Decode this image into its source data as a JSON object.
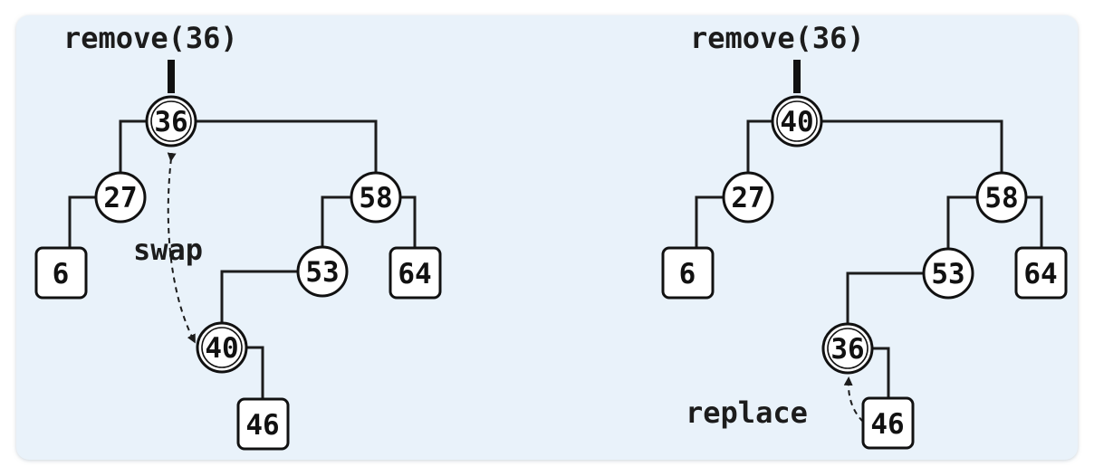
{
  "colors": {
    "page_background": "#ffffff",
    "panel_background": "#e9f2fa",
    "ink": "#111111"
  },
  "left": {
    "operation": "remove(36)",
    "annotation": "swap",
    "nodes": {
      "root": "36",
      "n27": "27",
      "n58": "58",
      "n53": "53",
      "n40": "40"
    },
    "leaves": {
      "l6": "6",
      "l64": "64",
      "l46": "46"
    }
  },
  "right": {
    "operation": "remove(36)",
    "annotation": "replace",
    "nodes": {
      "root": "40",
      "n27": "27",
      "n58": "58",
      "n53": "53",
      "n36": "36"
    },
    "leaves": {
      "l6": "6",
      "l64": "64",
      "l46": "46"
    }
  }
}
